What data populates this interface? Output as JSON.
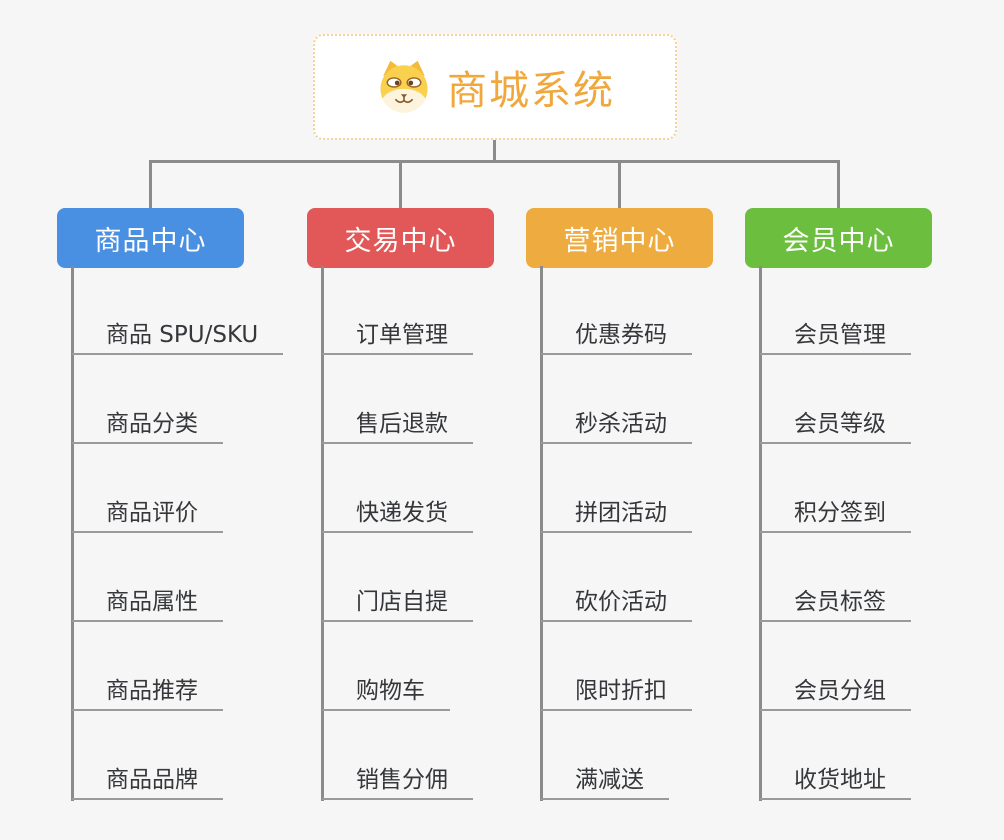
{
  "root": {
    "title": "商城系统",
    "icon": "doge-icon",
    "title_color": "#f0a73c",
    "border_color": "#f3d397"
  },
  "connector_color": "#8b8b8b",
  "background_color": "#f6f6f6",
  "branches": [
    {
      "label": "商品中心",
      "color": "#4a90e2",
      "children": [
        "商品 SPU/SKU",
        "商品分类",
        "商品评价",
        "商品属性",
        "商品推荐",
        "商品品牌"
      ]
    },
    {
      "label": "交易中心",
      "color": "#e25757",
      "children": [
        "订单管理",
        "售后退款",
        "快递发货",
        "门店自提",
        "购物车",
        "销售分佣"
      ]
    },
    {
      "label": "营销中心",
      "color": "#eeac40",
      "children": [
        "优惠券码",
        "秒杀活动",
        "拼团活动",
        "砍价活动",
        "限时折扣",
        "满减送"
      ]
    },
    {
      "label": "会员中心",
      "color": "#6cbe3e",
      "children": [
        "会员管理",
        "会员等级",
        "积分签到",
        "会员标签",
        "会员分组",
        "收货地址"
      ]
    }
  ]
}
